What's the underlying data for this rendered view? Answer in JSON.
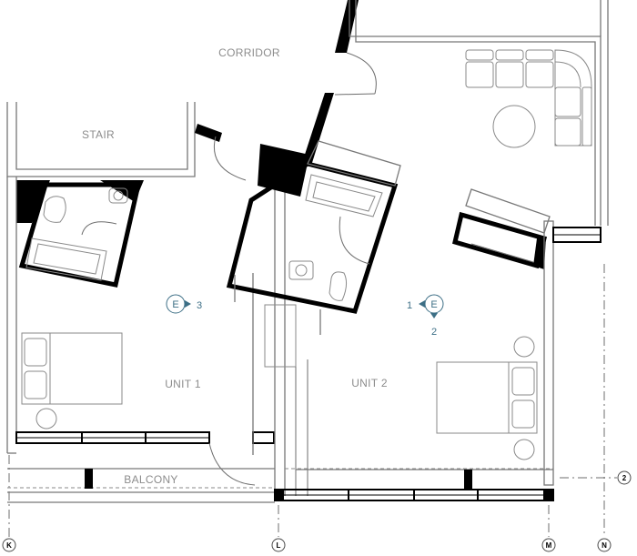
{
  "labels": {
    "corridor": "CORRIDOR",
    "stair": "STAIR",
    "unit1": "UNIT 1",
    "unit2": "UNIT 2",
    "balcony": "BALCONY"
  },
  "elevation_markers": {
    "unit1": {
      "letter": "E",
      "number": "3"
    },
    "unit2": {
      "letter": "E",
      "left_number": "1",
      "bottom_number": "2"
    }
  },
  "grid_bubbles": {
    "k": "K",
    "l": "L",
    "m": "M",
    "n": "N",
    "row2": "2"
  },
  "colors": {
    "walls": "#000000",
    "linework": "#6d6d6d",
    "room_text": "#8c8c8c",
    "marker_accent": "#3d6f86"
  }
}
